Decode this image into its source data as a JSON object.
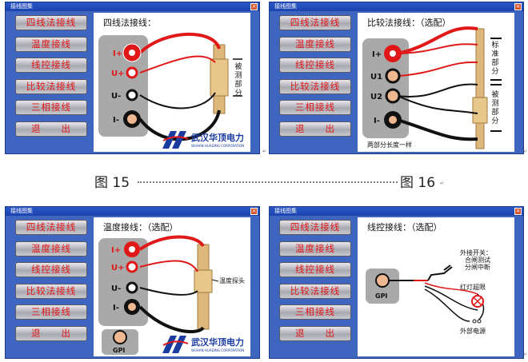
{
  "window_title": "接线图集",
  "close_glyph": "×",
  "menu_items": [
    "四线法接线",
    "温度接线",
    "线控接线",
    "比较法接线",
    "三相接线",
    "退　　出"
  ],
  "panels": [
    {
      "title": "四线法接线：",
      "terminals": [
        "I+",
        "U+",
        "U-",
        "I-"
      ],
      "vlabel": [
        "被",
        "测",
        "部",
        "分"
      ]
    },
    {
      "title": "比较法接线：（选配）",
      "terminals": [
        "I+",
        "U1",
        "U2",
        "I-"
      ],
      "vlabel_top": [
        "标",
        "准",
        "部",
        "分"
      ],
      "vlabel_bottom": [
        "被",
        "测",
        "部",
        "分"
      ],
      "note": "两部分长度一样"
    },
    {
      "title": "温度接线：（选配）",
      "terminals": [
        "I+",
        "U+",
        "U-",
        "I-"
      ],
      "probe_label": "温度探头",
      "gpi": "GPI"
    },
    {
      "title": "线控接线：（选配）",
      "gpi": "GPI",
      "switch_label": [
        "外接开关：",
        "合闸测试",
        "分闸中断"
      ],
      "lamp_label": "红灯超限",
      "power_label": "外部电源"
    }
  ],
  "logo": {
    "name": "武汉华顶电力",
    "sub": "WUHAN HUADING CORPORATION"
  },
  "captions": {
    "fig15": "图 15",
    "fig16": "图 16"
  },
  "paragraph_mark": "↵",
  "colors": {
    "title_bar": "#1c44ae",
    "window_bg": "#3e66c0",
    "menu_text": "#e01818",
    "wire_red": "#e01818",
    "bar": "#ddb87a"
  }
}
